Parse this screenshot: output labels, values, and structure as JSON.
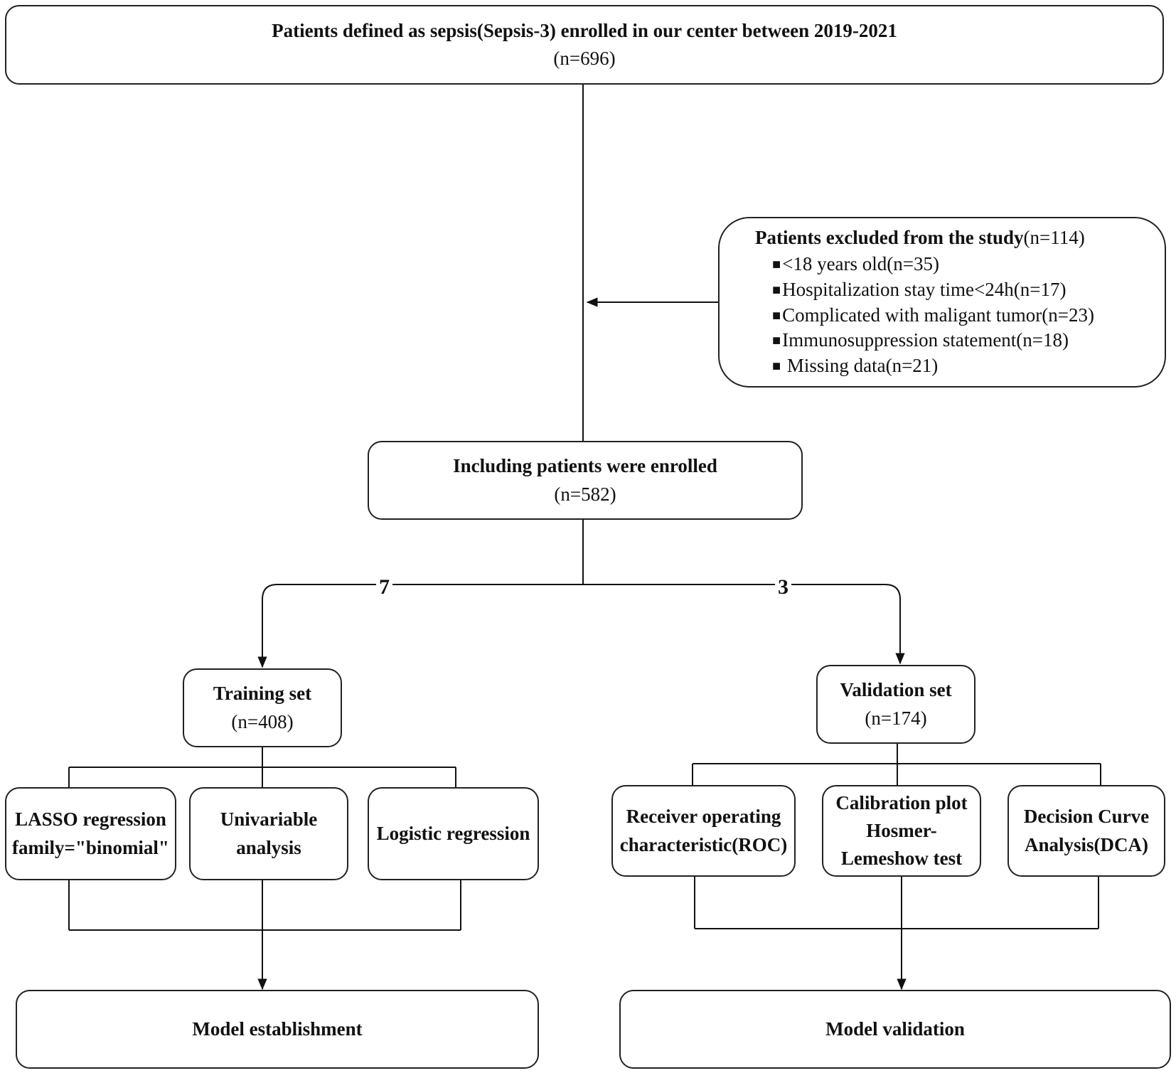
{
  "top": {
    "title": "Patients defined as sepsis(Sepsis-3) enrolled in our center between 2019-2021",
    "count": "(n=696)"
  },
  "excluded": {
    "title": "Patients excluded from the study",
    "count": "(n=114)",
    "bullet": "■",
    "items": [
      "<18 years old(n=35)",
      "Hospitalization stay time<24h(n=17)",
      "Complicated with maligant tumor(n=23)",
      "Immunosuppression statement(n=18)",
      " Missing data(n=21)"
    ]
  },
  "including": {
    "title": "Including patients were enrolled",
    "count": "(n=582)"
  },
  "split": {
    "training_ratio": "7",
    "validation_ratio": "3"
  },
  "training": {
    "title": "Training set",
    "count": "(n=408)",
    "methods": {
      "lasso": [
        "LASSO regression",
        "family=\"binomial\""
      ],
      "univariable": [
        "Univariable",
        "analysis"
      ],
      "logistic": [
        "Logistic regression"
      ]
    },
    "outcome": "Model establishment"
  },
  "validation": {
    "title": "Validation set",
    "count": "(n=174)",
    "methods": {
      "roc": [
        "Receiver operating",
        "characteristic(ROC)"
      ],
      "calibration": [
        "Calibration plot",
        "Hosmer-",
        "Lemeshow test"
      ],
      "dca": [
        "Decision Curve",
        "Analysis(DCA)"
      ]
    },
    "outcome": "Model validation"
  }
}
